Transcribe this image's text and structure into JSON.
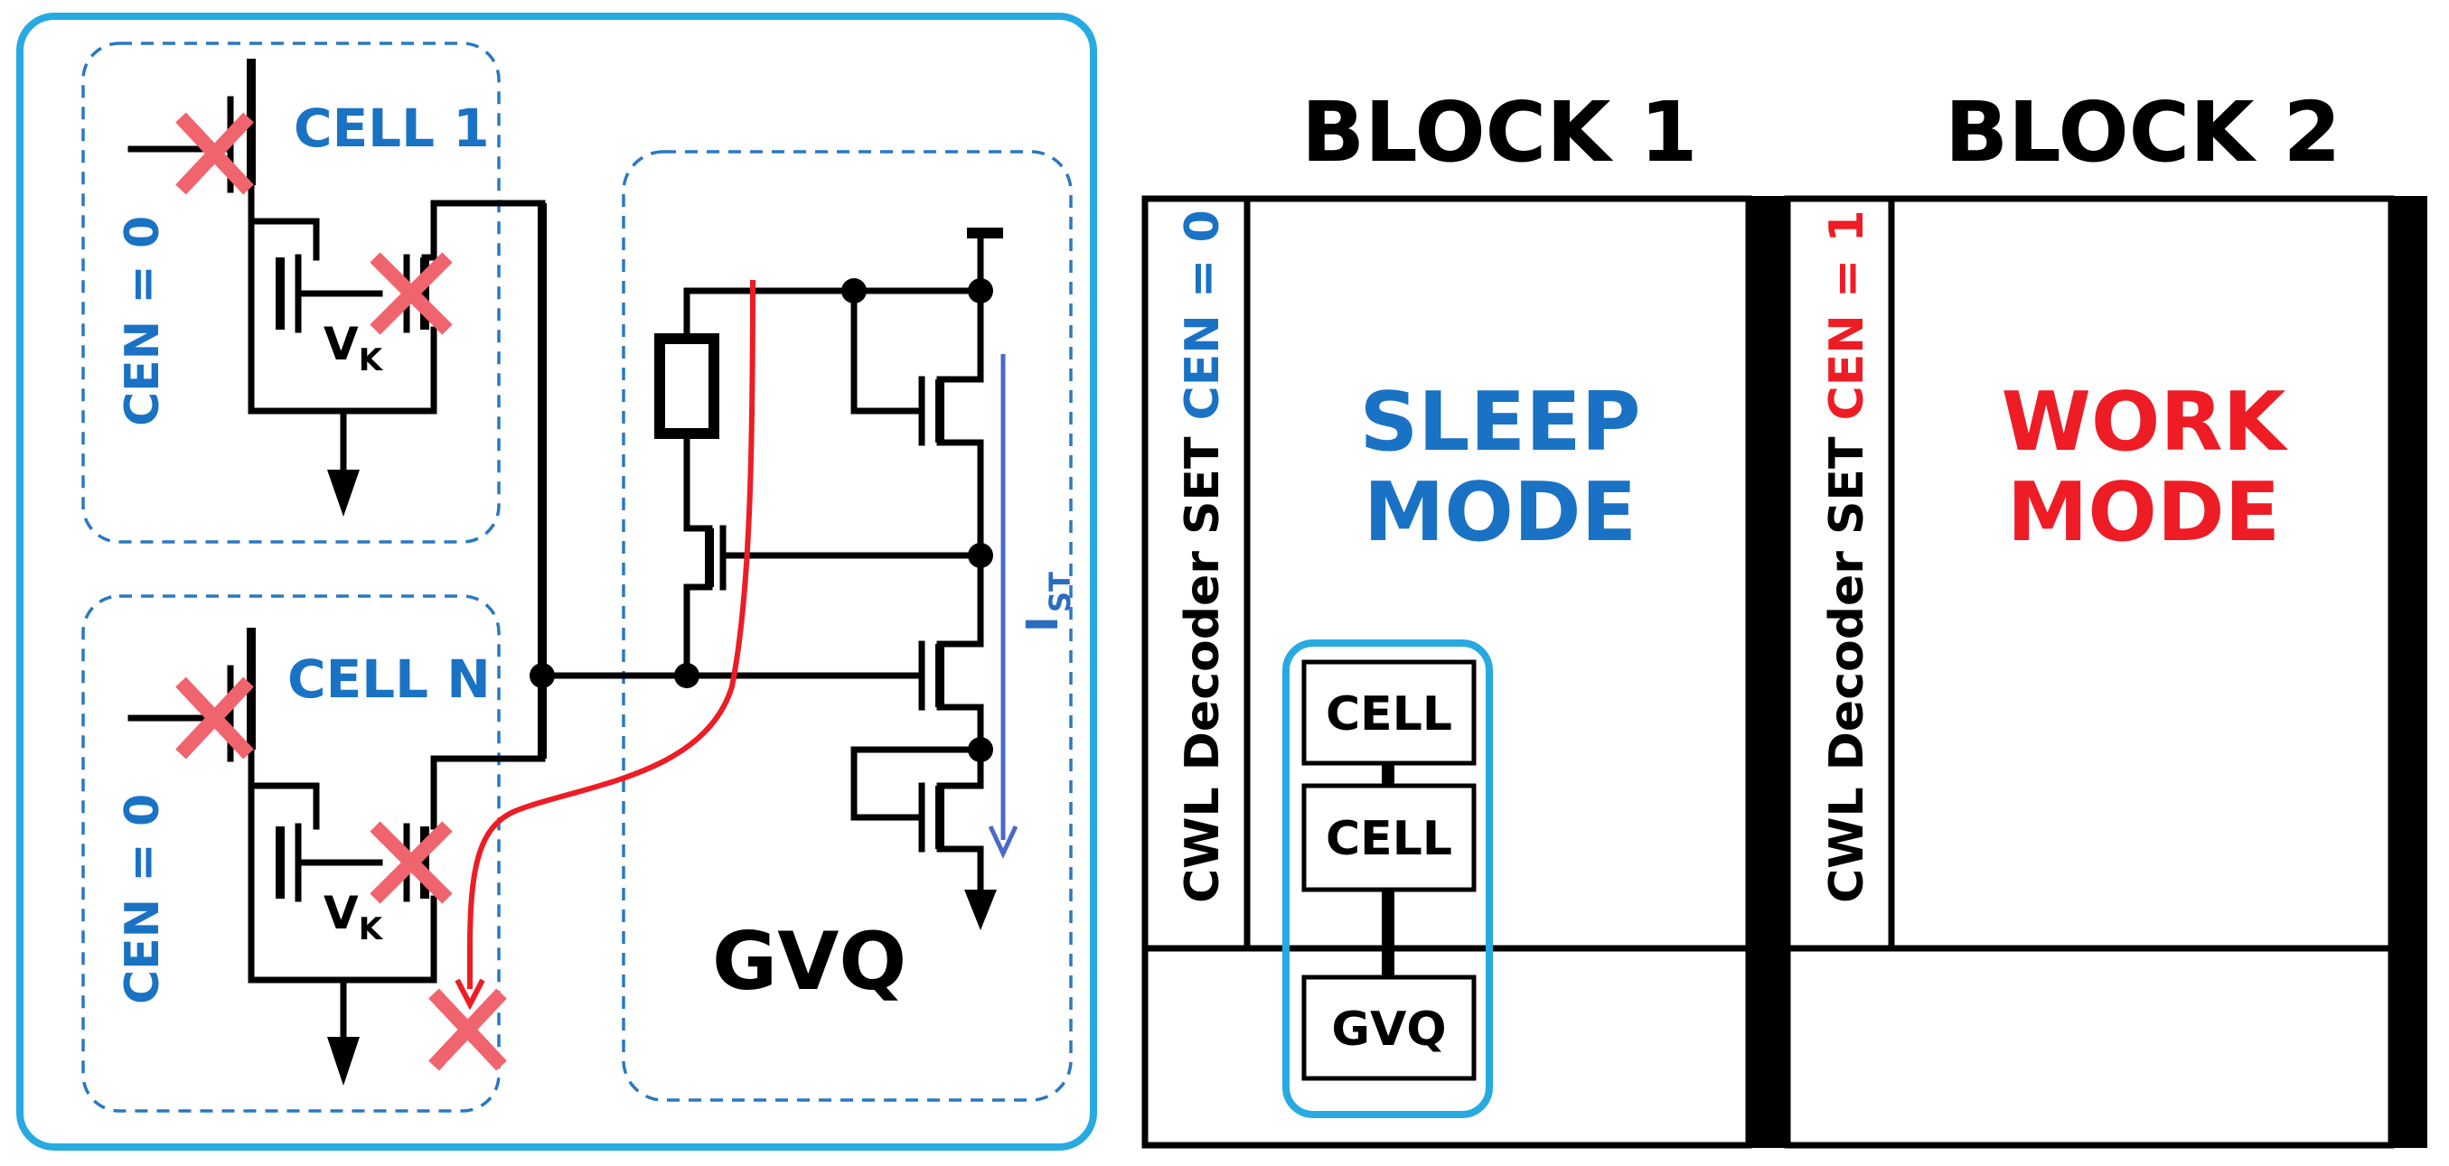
{
  "colors": {
    "panel_border": "#27aae1",
    "cell_text": "#1a72c4",
    "cen_zero": "#1a72c4",
    "cen_one": "#ee1c25",
    "sleep": "#1a72c4",
    "work": "#ee1c25",
    "cross": "#f0646e",
    "current_arrow": "#4a6ac8",
    "leak_path": "#ee1c25"
  },
  "circuit": {
    "cell_1_label": "CELL 1",
    "cell_n_label": "CELL N",
    "cen_left_1": "CEN = 0",
    "cen_left_n": "CEN = 0",
    "vk_1": "V",
    "vk_1_sub": "K",
    "vk_n": "V",
    "vk_n_sub": "K",
    "gvq_label": "GVQ",
    "ist": "I",
    "ist_sub": "ST"
  },
  "blocks": {
    "block1": {
      "title": "BLOCK 1",
      "decoder_prefix": "CWL Decoder SET ",
      "decoder_cen": "CEN = 0",
      "mode_line1": "SLEEP",
      "mode_line2": "MODE",
      "stack": [
        "CELL",
        "CELL",
        "GVQ"
      ]
    },
    "block2": {
      "title": "BLOCK 2",
      "decoder_prefix": "CWL Decoder SET ",
      "decoder_cen": "CEN = 1",
      "mode_line1": "WORK",
      "mode_line2": "MODE"
    }
  }
}
